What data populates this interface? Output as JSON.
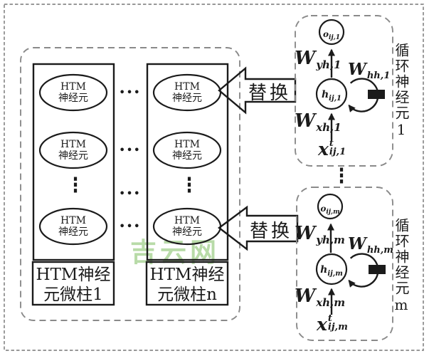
{
  "watermark": {
    "text": "吉云网",
    "color": "#7fbf62"
  },
  "replace_label": "替换",
  "icons": {
    "hdots": "•••",
    "vdots": "⋮"
  },
  "htm": {
    "neuron": {
      "line1": "HTM",
      "line2": "神经元"
    },
    "columns": [
      {
        "label_line1": "HTM神经",
        "label_line2": "元微柱1"
      },
      {
        "label_line1": "HTM神经",
        "label_line2": "元微柱n"
      }
    ]
  },
  "rnn_units": [
    {
      "side_label": "循环神经元1",
      "output": {
        "base": "o",
        "sub": "ij,1"
      },
      "hidden": {
        "base": "h",
        "sub": "ij,1"
      },
      "w_yh": {
        "base": "W",
        "sub": "yh,1"
      },
      "w_hh": {
        "base": "W",
        "sub": "hh,1"
      },
      "w_xh": {
        "base": "W",
        "sub": "xh,1"
      },
      "input": {
        "base": "x",
        "sup": "t",
        "sub": "ij,1"
      }
    },
    {
      "side_label": "循环神经元m",
      "output": {
        "base": "o",
        "sub": "ij,m"
      },
      "hidden": {
        "base": "h",
        "sub": "ij,m"
      },
      "w_yh": {
        "base": "W",
        "sub": "yh,m"
      },
      "w_hh": {
        "base": "W",
        "sub": "hh,m"
      },
      "w_xh": {
        "base": "W",
        "sub": "xh,m"
      },
      "input": {
        "base": "x",
        "sup": "t",
        "sub": "ij,m"
      }
    }
  ],
  "colors": {
    "line": "#1b1b1b",
    "dashed": "#8a8a8a",
    "background": "#ffffff"
  }
}
